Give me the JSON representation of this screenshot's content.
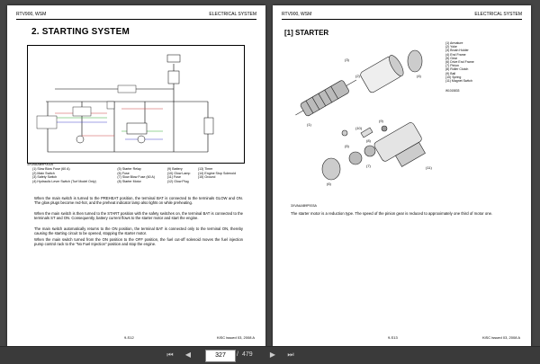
{
  "left_page": {
    "header_left": "RTV900, WSM",
    "header_right": "ELECTRICAL SYSTEM",
    "section_title": "2.  STARTING SYSTEM",
    "diagram_code": "3XVAAAB9P002A",
    "legend": [
      [
        "(1) Slow Blow Fuse (60 A)",
        "(5) Starter Relay",
        "(9) Battery",
        "(13) Timer"
      ],
      [
        "(2) Main Switch",
        "(6) Fuse",
        "(10) Glow Lamp",
        "(14) Engine Stop Solenoid"
      ],
      [
        "(3) Safety Switch",
        "(7) Slow Blow Fuse (60 A)",
        "(11) Fuse",
        "(15) Ground"
      ],
      [
        "(4) Hydraulic Lever Switch (Turf Model Only)",
        "(8) Starter Motor",
        "(12) Glow Plug",
        ""
      ]
    ],
    "paragraphs": [
      "When the main switch is turned to the PREHEAT position, the terminal BAT is connected to the terminals GLOW and ON.  The glow plugs become red-hot, and the preheat indicator lamp also lights on while preheating.",
      "When the main switch is then turned to the START position with the safety switches on, the terminal BAT is connected to the terminals ST and ON.  Consequently, battery current flows to the starter motor and start the engine.",
      "The main switch automatically returns to the ON position, the terminal BAT is connected only to the terminal ON, thereby causing the starting circuit to be opened, stopping the starter motor.",
      "When the main switch turned from the ON position to the OFF position, the fuel cut-off solenoid moves the fuel injection pump control rack to the \"No Fuel Injection\" position and stop the engine."
    ],
    "footer_left": "9-S12",
    "footer_right": "KiSC issued 03, 2008 A"
  },
  "right_page": {
    "header_left": "RTV900, WSM",
    "header_right": "ELECTRICAL SYSTEM",
    "section_title": "[1]  STARTER",
    "parts": [
      "(1) Armature",
      "(2) Yoke",
      "(3) Brush Holder",
      "(4) End Frame",
      "(5) Gear",
      "(6) Drive End Frame",
      "(7) Pinion",
      "(8) Roller Clutch",
      "(9) Ball",
      "(10) Spring",
      "(11) Magnet Switch"
    ],
    "part_code": "W1015833",
    "diagram_code": "3XVAAAB9P003A",
    "paragraph": "The starter motor is a reduction type.  The speed of the pinion gear is reduced to approximately one third of motor one.",
    "footer_left": "9-S13",
    "footer_right": "KiSC issued 03, 2008 A"
  },
  "toolbar": {
    "current_page": "327",
    "separator": "/",
    "total_pages": "479"
  }
}
